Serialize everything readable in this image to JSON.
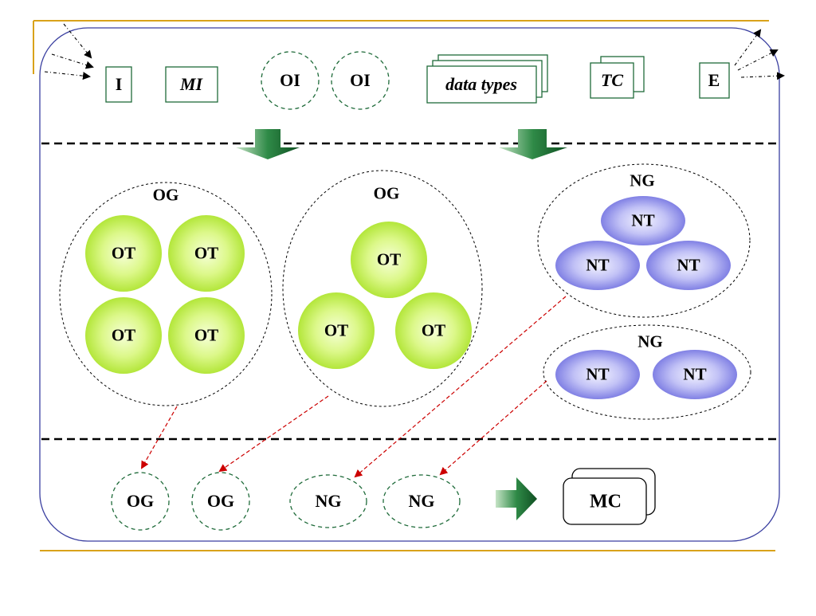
{
  "colors": {
    "accent_line": "#d9a21a",
    "frame": "#3a3fa0",
    "green_box": "#1f6b3a",
    "red_arrow": "#cc0000",
    "ot_center": "#f4ffd0",
    "ot_edge": "#b5e838",
    "nt_center": "#f0f0ff",
    "nt_edge": "#7f7fe6"
  },
  "top_row": {
    "i": "I",
    "mi": "MI",
    "oi_1": "OI",
    "oi_2": "OI",
    "data_types": "data types",
    "tc": "TC",
    "e": "E"
  },
  "middle": {
    "og_left": {
      "title": "OG",
      "items": [
        "OT",
        "OT",
        "OT",
        "OT"
      ]
    },
    "og_center": {
      "title": "OG",
      "items": [
        "OT",
        "OT",
        "OT"
      ]
    },
    "ng_upper": {
      "title": "NG",
      "items": [
        "NT",
        "NT",
        "NT"
      ]
    },
    "ng_lower": {
      "title": "NG",
      "items": [
        "NT",
        "NT"
      ]
    }
  },
  "bottom_row": {
    "og_1": "OG",
    "og_2": "OG",
    "ng_1": "NG",
    "ng_2": "NG",
    "mc": "MC"
  }
}
